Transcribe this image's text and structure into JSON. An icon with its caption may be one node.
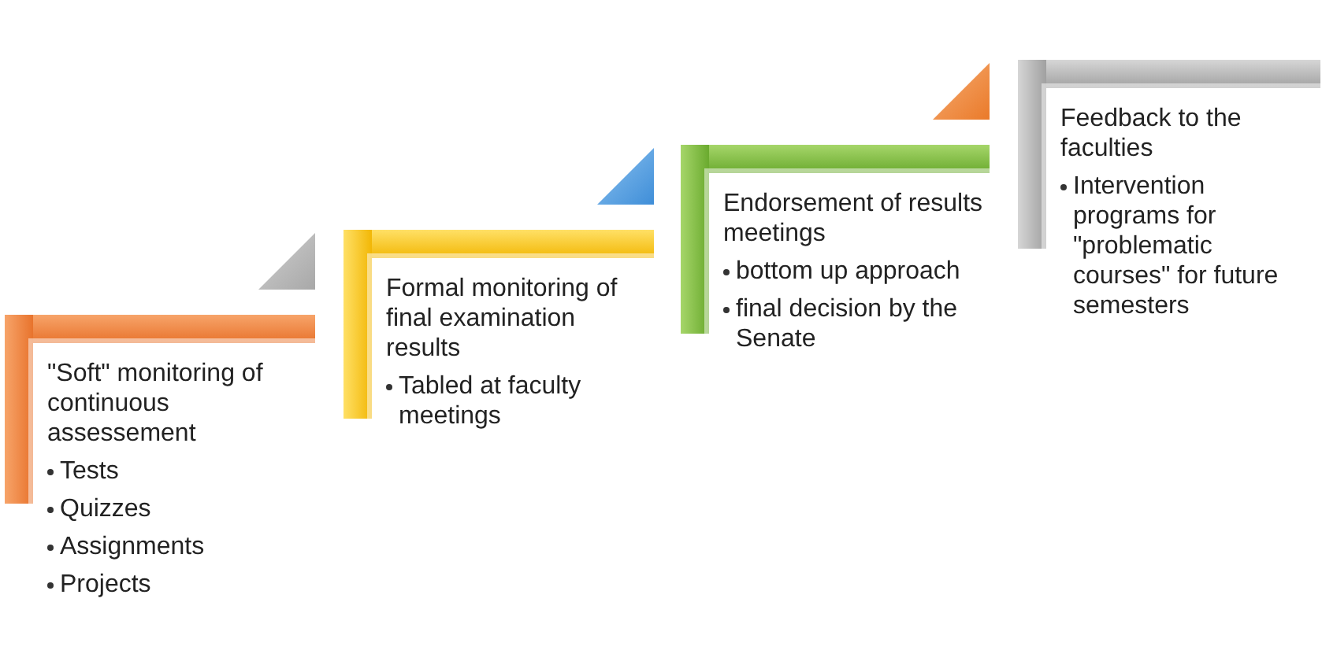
{
  "diagram": {
    "nodes": [
      {
        "text": [
          "\"Soft\" monitoring of continuous assessement",
          "Tests",
          "Quizzes",
          "Assignments",
          "Projects"
        ]
      },
      {
        "text": [
          "Formal monitoring of final examination results",
          "Tabled at faculty meetings"
        ]
      },
      {
        "text": [
          "Endorsement of results meetings",
          "bottom up approach",
          "final decision by the Senate"
        ]
      },
      {
        "text": [
          "Feedback to the faculties",
          "Intervention programs for \"problematic courses\" for future semesters"
        ]
      }
    ]
  }
}
